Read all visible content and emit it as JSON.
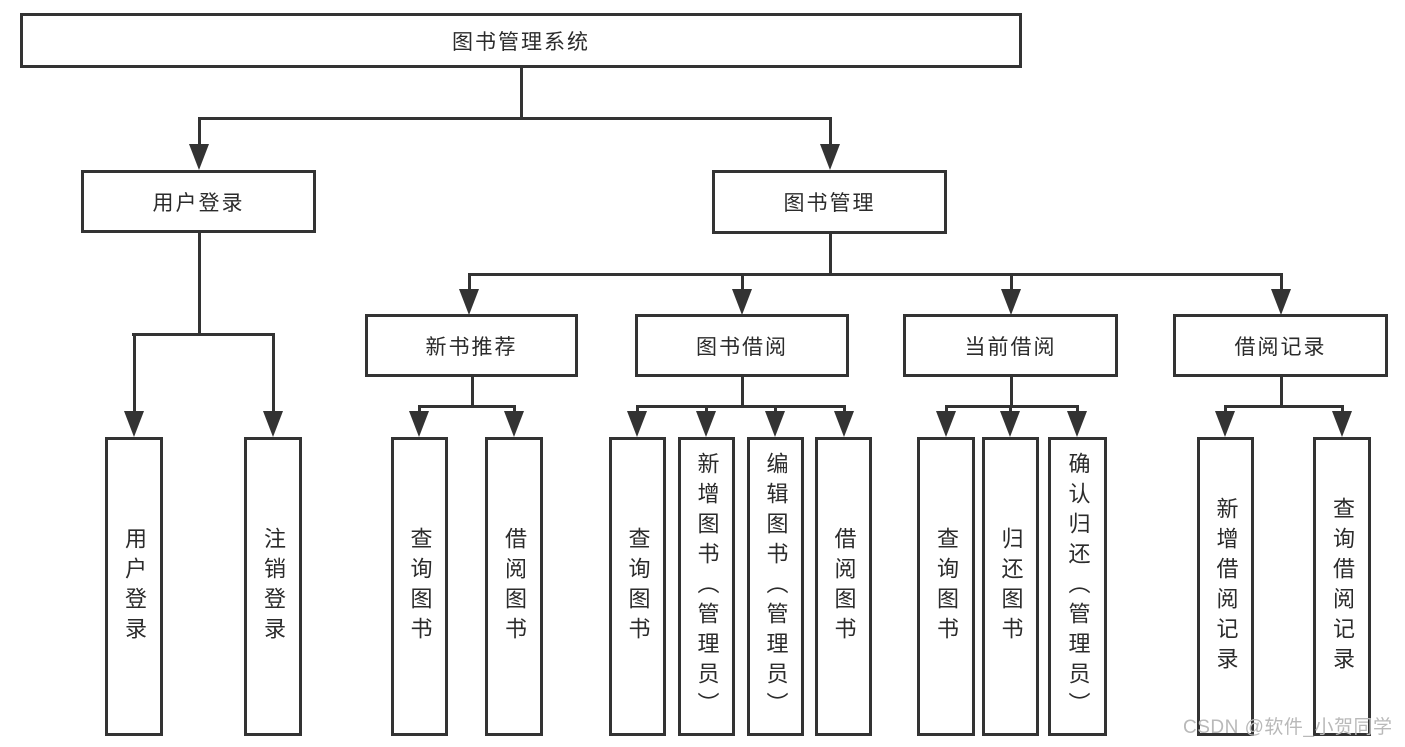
{
  "diagram": {
    "title": "图书管理系统",
    "level2": [
      {
        "label": "用户登录",
        "children": [
          {
            "label": "用户登录"
          },
          {
            "label": "注销登录"
          }
        ]
      },
      {
        "label": "图书管理",
        "children": [
          {
            "label": "新书推荐",
            "children": [
              {
                "label": "查询图书"
              },
              {
                "label": "借阅图书"
              }
            ]
          },
          {
            "label": "图书借阅",
            "children": [
              {
                "label": "查询图书"
              },
              {
                "label": "新增图书（管理员）"
              },
              {
                "label": "编辑图书（管理员）"
              },
              {
                "label": "借阅图书"
              }
            ]
          },
          {
            "label": "当前借阅",
            "children": [
              {
                "label": "查询图书"
              },
              {
                "label": "归还图书"
              },
              {
                "label": "确认归还（管理员）"
              }
            ]
          },
          {
            "label": "借阅记录",
            "children": [
              {
                "label": "新增借阅记录"
              },
              {
                "label": "查询借阅记录"
              }
            ]
          }
        ]
      }
    ]
  },
  "watermark": {
    "text": "CSDN @软件_小贺同学"
  },
  "colors": {
    "line": "#333333",
    "box_border": "#333333",
    "text": "#2b2b2b",
    "watermark": "#b9b9b9",
    "background": "#ffffff"
  }
}
